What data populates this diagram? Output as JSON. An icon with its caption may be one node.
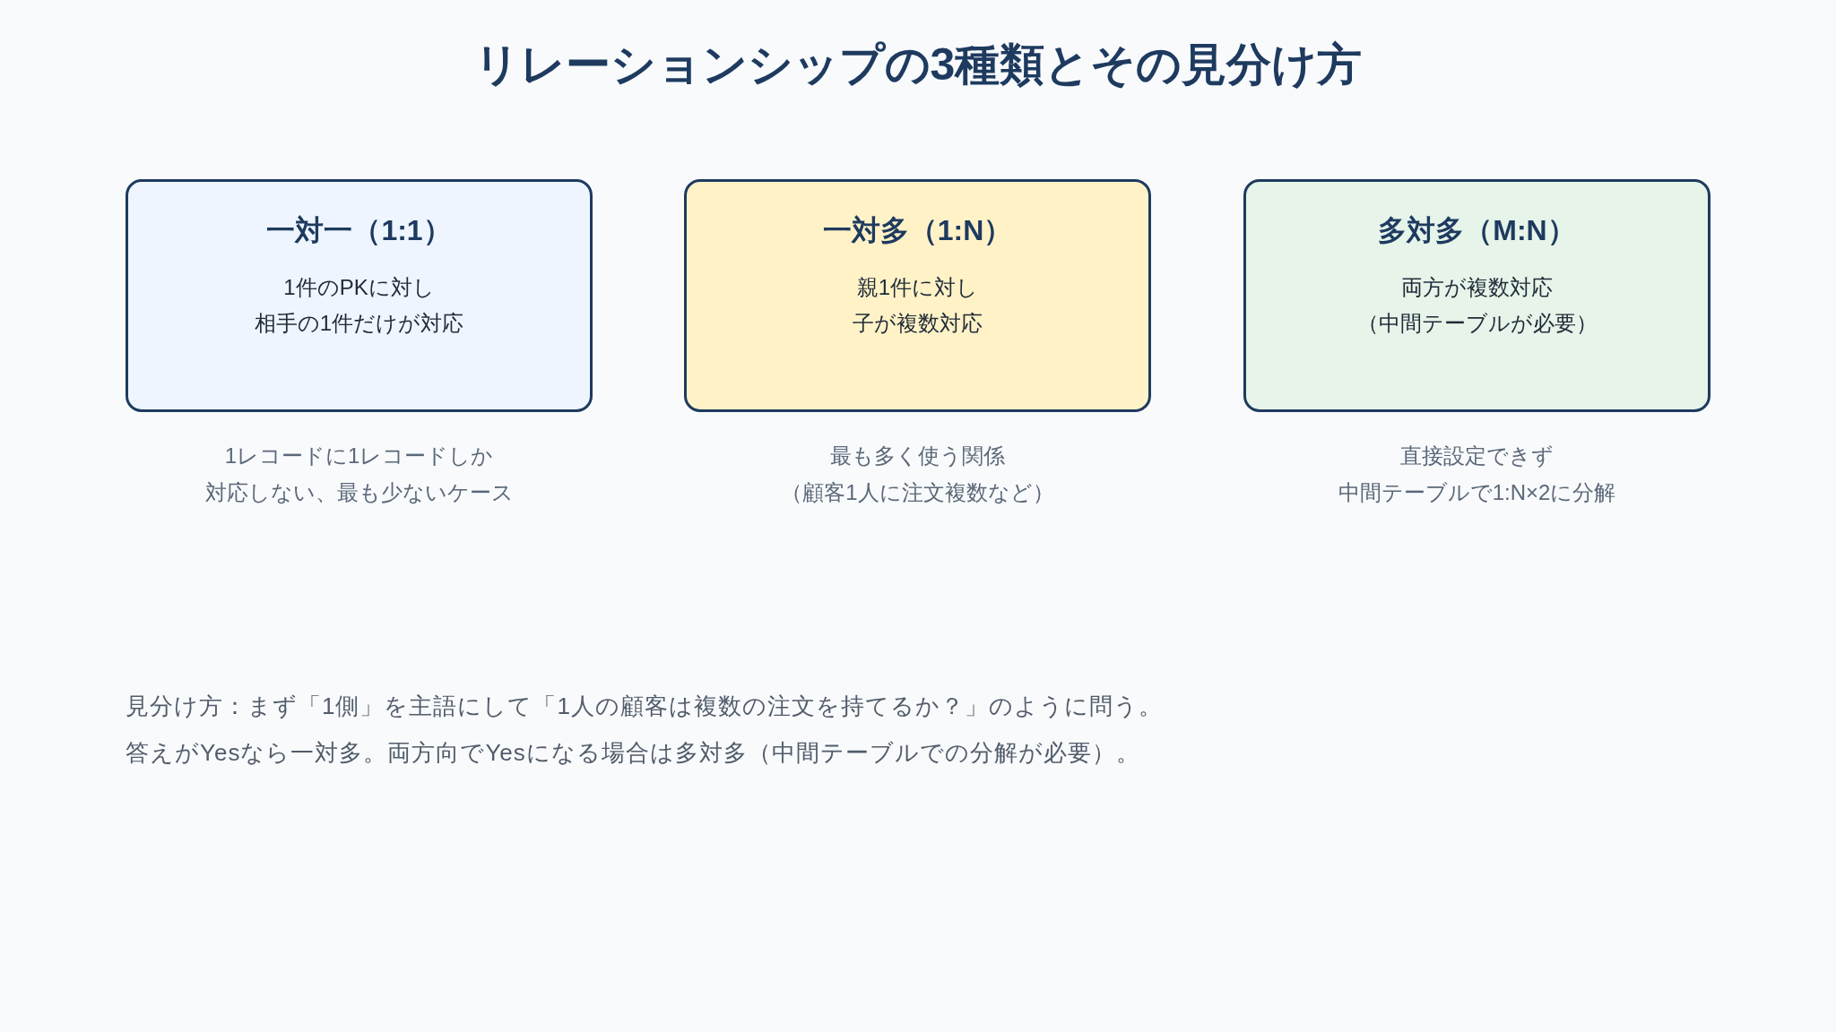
{
  "diagram": {
    "title": "リレーションシップの3種類とその見分け方",
    "nodes": [
      {
        "text": [
          "一対一（1:1）",
          "1件のPKに対し相手の1件だけが対応"
        ],
        "beside": [
          "1レコードに1レコードしか対応しない、最も少ないケース"
        ]
      },
      {
        "text": [
          "一対多（1:N）",
          "親1件に対し子が複数対応"
        ],
        "beside": [
          "最も多く使う関係（顧客1人に注文複数など）"
        ]
      },
      {
        "text": [
          "多対多（M:N）",
          "両方が複数対応（中間テーブルが必要）"
        ],
        "beside": [
          "直接設定できず中間テーブルで1:N×2に分解"
        ]
      }
    ],
    "labels": [
      "見分け方：まず「1側」を主語にして「1人の顧客は複数の注文を持てるか？」のように問う。答えがYesなら一対多。両方向でYesになる場合は多対多（中間テーブルでの分解が必要）。"
    ]
  }
}
